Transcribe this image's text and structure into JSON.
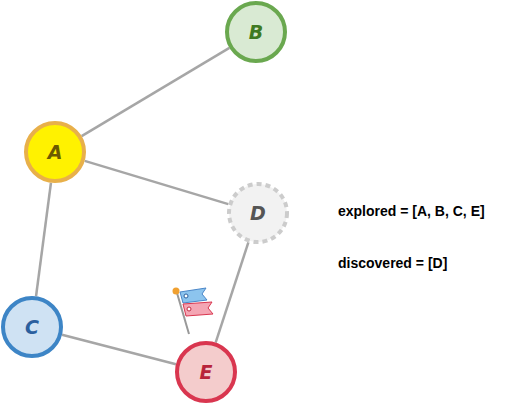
{
  "diagram": {
    "nodes": [
      {
        "text": [
          "B"
        ]
      },
      {
        "text": [
          "A"
        ]
      },
      {
        "text": [
          "D"
        ]
      },
      {
        "text": [
          "C"
        ]
      },
      {
        "text": [
          "E"
        ]
      }
    ],
    "edges": [
      {
        "from": 1,
        "to": 0,
        "arrow": "none"
      },
      {
        "from": 1,
        "to": 2,
        "arrow": "none"
      },
      {
        "from": 1,
        "to": 3,
        "arrow": "none"
      },
      {
        "from": 3,
        "to": 4,
        "arrow": "none"
      },
      {
        "from": 4,
        "to": 2,
        "arrow": "none"
      }
    ],
    "labels": [
      "explored = [A, B, C, E]",
      "discovered = [D]"
    ]
  }
}
